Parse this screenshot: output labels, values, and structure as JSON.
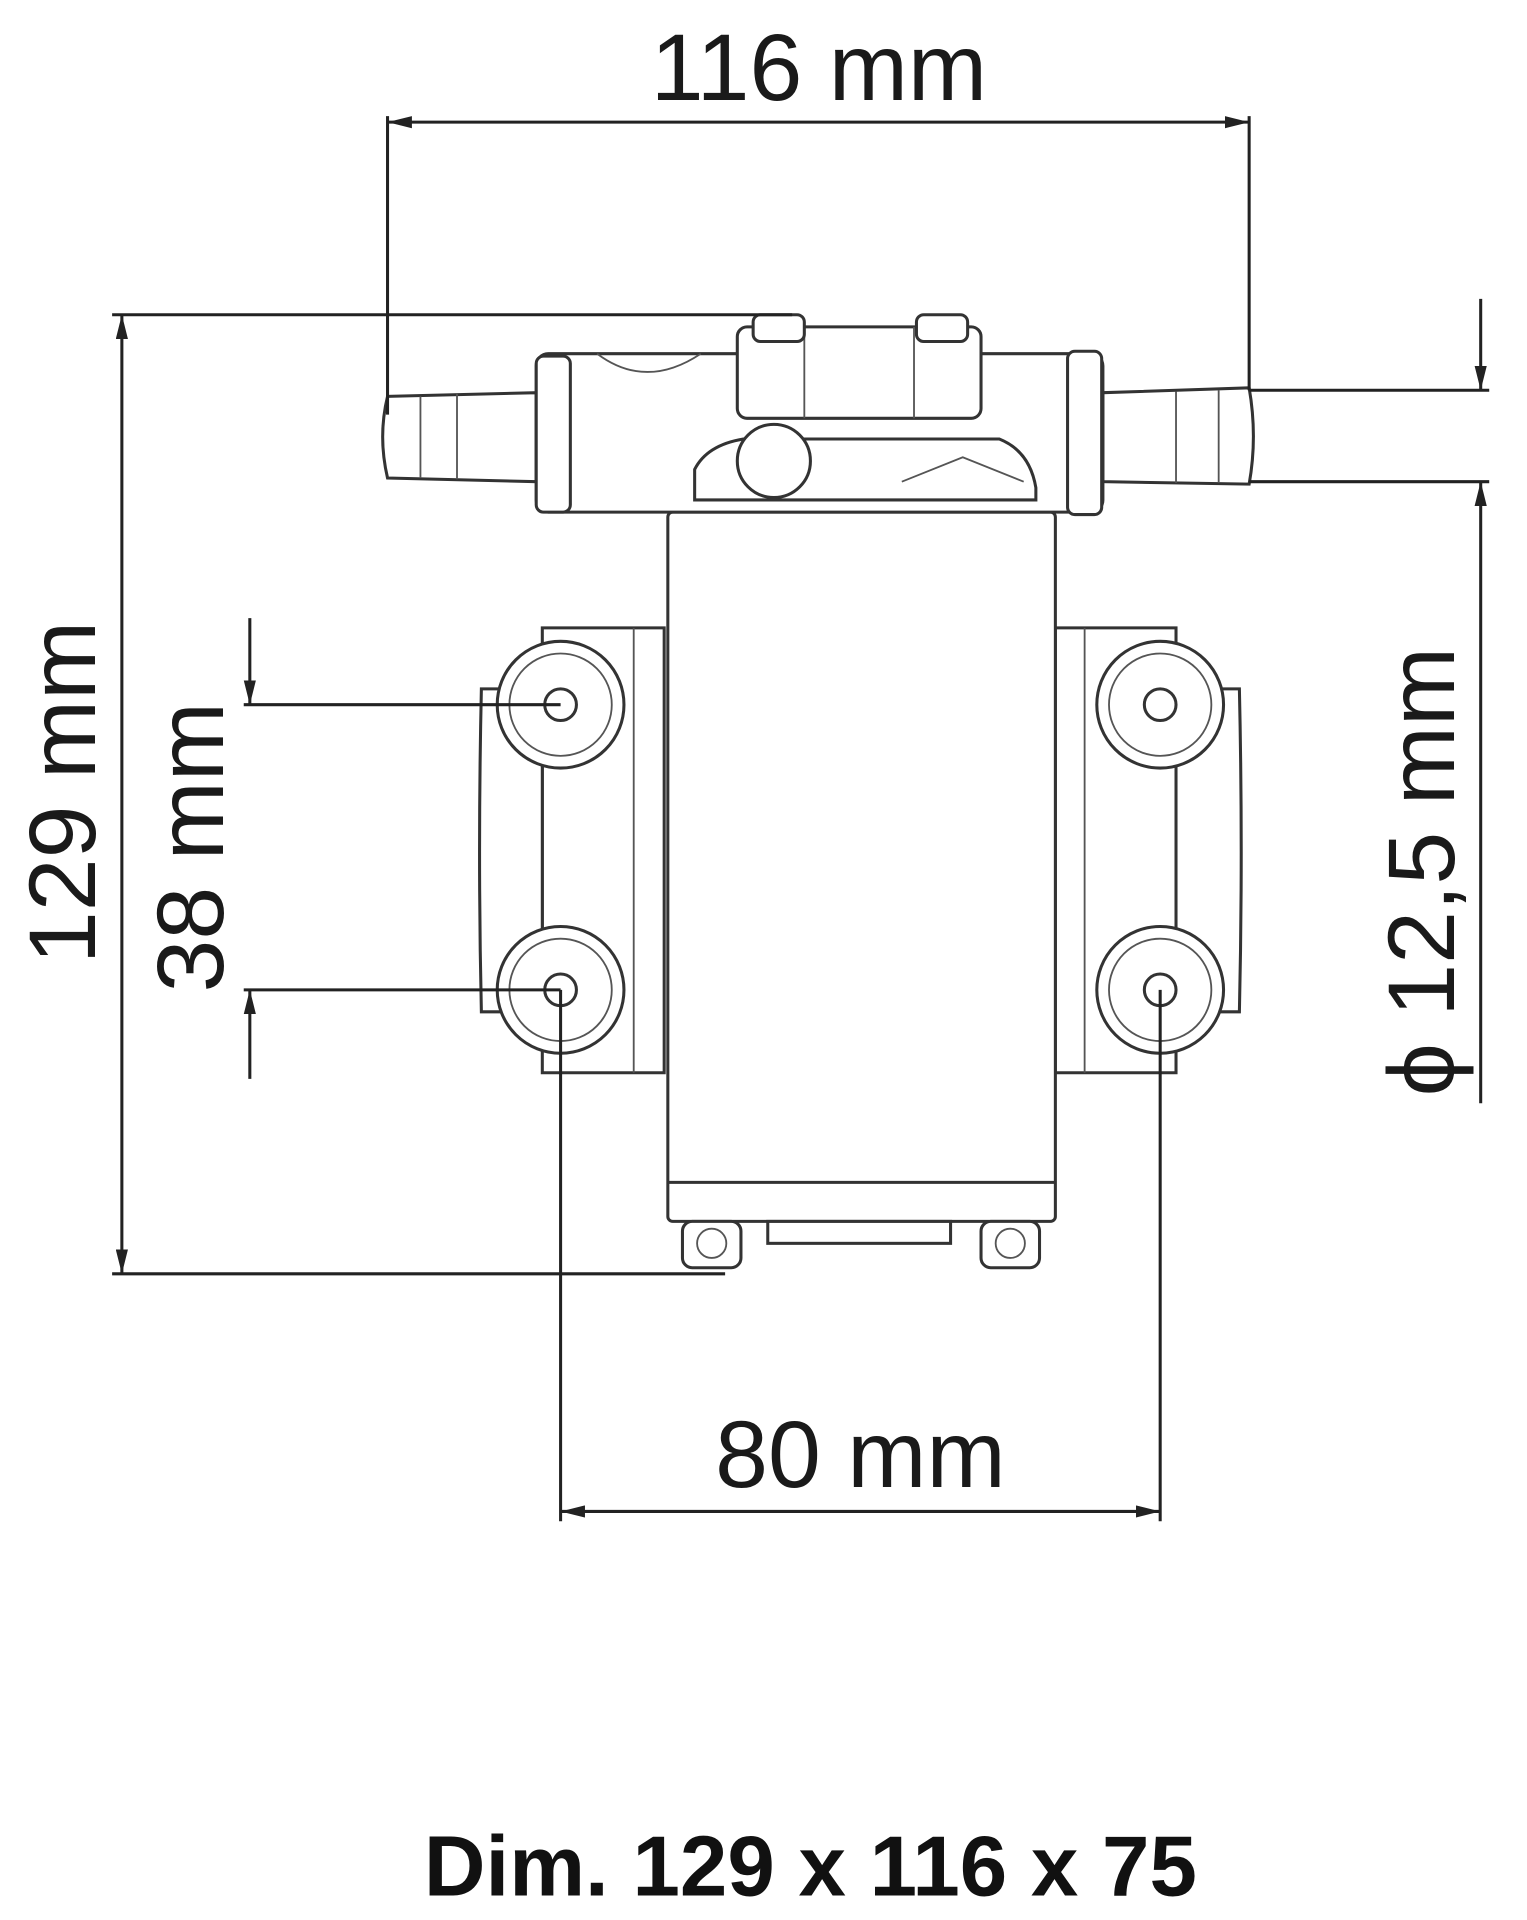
{
  "drawing": {
    "dimensions": {
      "width_top": "116 mm",
      "height_left": "129 mm",
      "mount_vertical": "38 mm",
      "hose_diameter": "ϕ 12,5 mm",
      "mount_horizontal": "80 mm"
    },
    "caption": "Dim. 129 x 116 x 75"
  }
}
